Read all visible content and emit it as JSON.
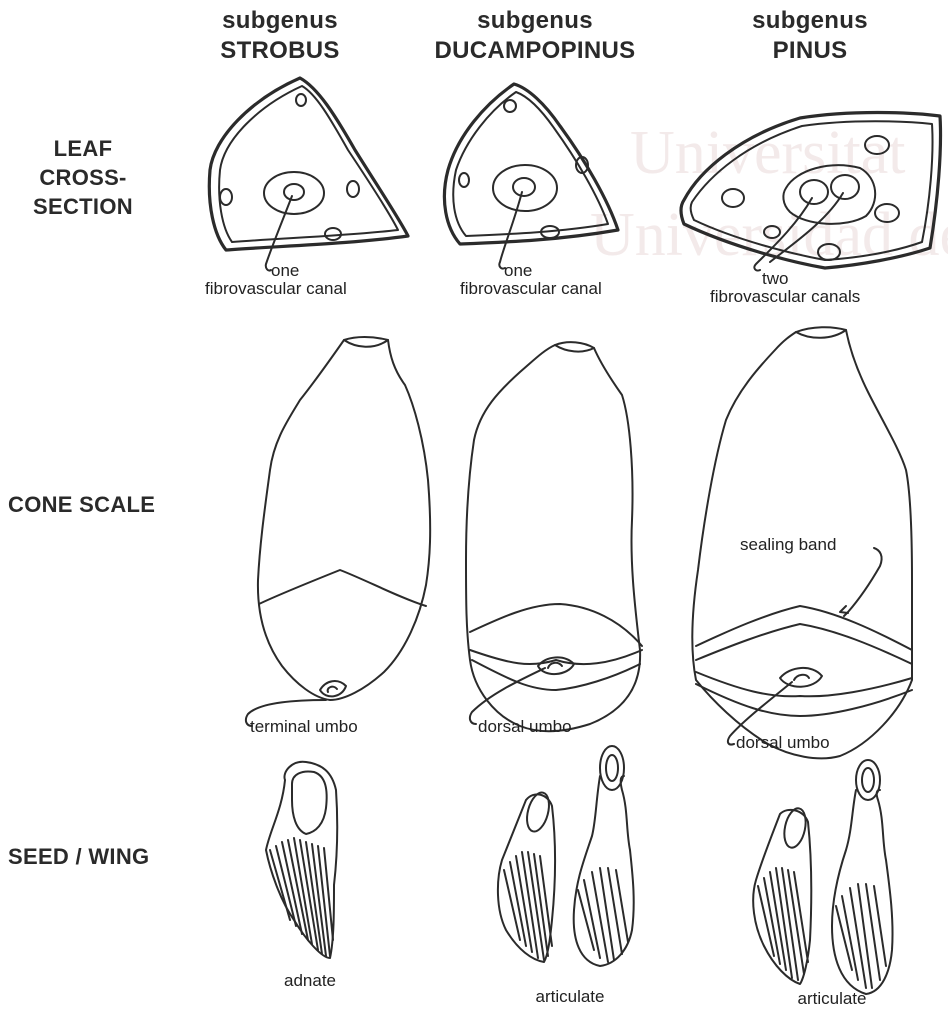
{
  "watermark": [
    "Universitat",
    "Universidad de"
  ],
  "columns": [
    {
      "line1": "subgenus",
      "line2": "STROBUS"
    },
    {
      "line1": "subgenus",
      "line2": "DUCAMPOPINUS"
    },
    {
      "line1": "subgenus",
      "line2": "PINUS"
    }
  ],
  "rows": {
    "leaf": [
      "LEAF",
      "CROSS-",
      "SECTION"
    ],
    "cone": "CONE SCALE",
    "seed": "SEED / WING"
  },
  "leaf_labels": [
    {
      "line1": "one",
      "line2": "fibrovascular canal"
    },
    {
      "line1": "one",
      "line2": "fibrovascular canal"
    },
    {
      "line1": "two",
      "line2": "fibrovascular canals"
    }
  ],
  "cone_labels": {
    "strobus_umbo": "terminal umbo",
    "ducampo_umbo": "dorsal umbo",
    "pinus_band": "sealing band",
    "pinus_umbo": "dorsal umbo"
  },
  "seed_labels": [
    "adnate",
    "articulate",
    "articulate"
  ]
}
